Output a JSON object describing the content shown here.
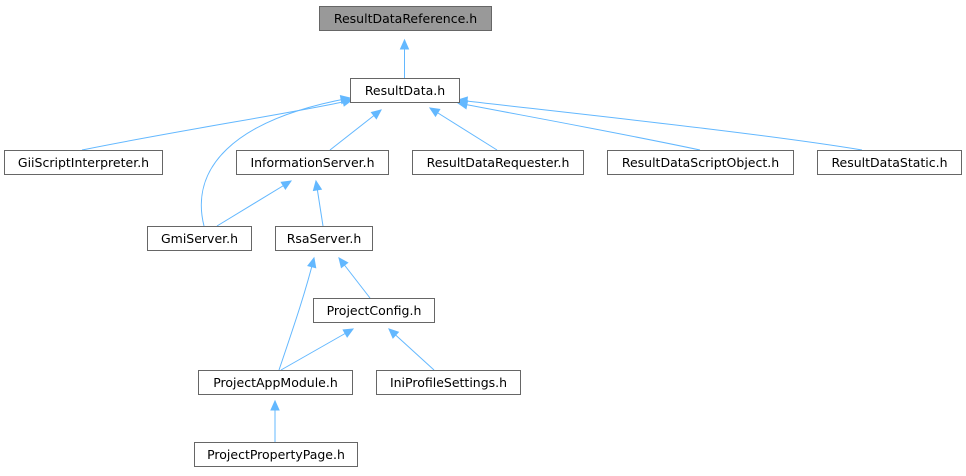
{
  "diagram": {
    "type": "include-dependency-graph",
    "nodes": [
      {
        "id": "rdref",
        "label": "ResultDataReference.h",
        "highlighted": true
      },
      {
        "id": "rd",
        "label": "ResultData.h"
      },
      {
        "id": "gii",
        "label": "GiiScriptInterpreter.h"
      },
      {
        "id": "info",
        "label": "InformationServer.h"
      },
      {
        "id": "req",
        "label": "ResultDataRequester.h"
      },
      {
        "id": "script",
        "label": "ResultDataScriptObject.h"
      },
      {
        "id": "static",
        "label": "ResultDataStatic.h"
      },
      {
        "id": "gmi",
        "label": "GmiServer.h"
      },
      {
        "id": "rsa",
        "label": "RsaServer.h"
      },
      {
        "id": "pcfg",
        "label": "ProjectConfig.h"
      },
      {
        "id": "pam",
        "label": "ProjectAppModule.h"
      },
      {
        "id": "ini",
        "label": "IniProfileSettings.h"
      },
      {
        "id": "ppp",
        "label": "ProjectPropertyPage.h"
      }
    ],
    "edges": [
      {
        "from": "rd",
        "to": "rdref"
      },
      {
        "from": "gii",
        "to": "rd"
      },
      {
        "from": "info",
        "to": "rd"
      },
      {
        "from": "req",
        "to": "rd"
      },
      {
        "from": "script",
        "to": "rd"
      },
      {
        "from": "static",
        "to": "rd"
      },
      {
        "from": "gmi",
        "to": "rd"
      },
      {
        "from": "gmi",
        "to": "info"
      },
      {
        "from": "rsa",
        "to": "info"
      },
      {
        "from": "pcfg",
        "to": "rsa"
      },
      {
        "from": "pam",
        "to": "rsa"
      },
      {
        "from": "pam",
        "to": "pcfg"
      },
      {
        "from": "ini",
        "to": "pcfg"
      },
      {
        "from": "ppp",
        "to": "pam"
      }
    ],
    "colors": {
      "edge": "#63b8ff",
      "node_border": "#666666",
      "node_fill": "#ffffff",
      "highlight_fill": "#999999"
    }
  }
}
